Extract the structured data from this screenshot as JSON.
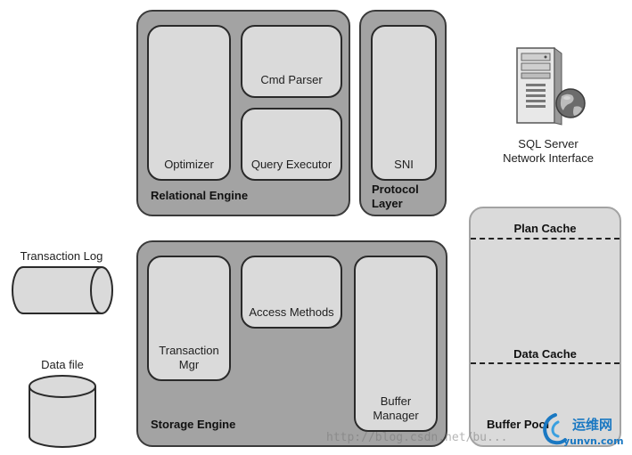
{
  "relational_engine": {
    "label": "Relational Engine",
    "optimizer": "Optimizer",
    "cmd_parser": "Cmd Parser",
    "query_executor": "Query Executor"
  },
  "protocol_layer": {
    "label": "Protocol\nLayer",
    "sni": "SNI"
  },
  "sql_server_network_interface": {
    "label": "SQL Server\nNetwork Interface",
    "icon": "server-globe-icon"
  },
  "storage_engine": {
    "label": "Storage Engine",
    "transaction_mgr": "Transaction\nMgr",
    "access_methods": "Access Methods",
    "buffer_manager": "Buffer\nManager"
  },
  "buffer_pool": {
    "label": "Buffer Pool",
    "plan_cache": "Plan Cache",
    "data_cache": "Data Cache"
  },
  "transaction_log": {
    "label": "Transaction Log",
    "icon": "log-cylinder-icon"
  },
  "data_file": {
    "label": "Data file",
    "icon": "database-cylinder-icon"
  },
  "watermark": {
    "text": "http://blog.csdn.net/bu..."
  },
  "logo": {
    "cn": "运维网",
    "en": "yunvn.com"
  },
  "colors": {
    "group_fill": "#a3a3a3",
    "component_fill": "#dadada",
    "outline": "#2a2a2a",
    "logo_blue": "#1a78c2"
  }
}
